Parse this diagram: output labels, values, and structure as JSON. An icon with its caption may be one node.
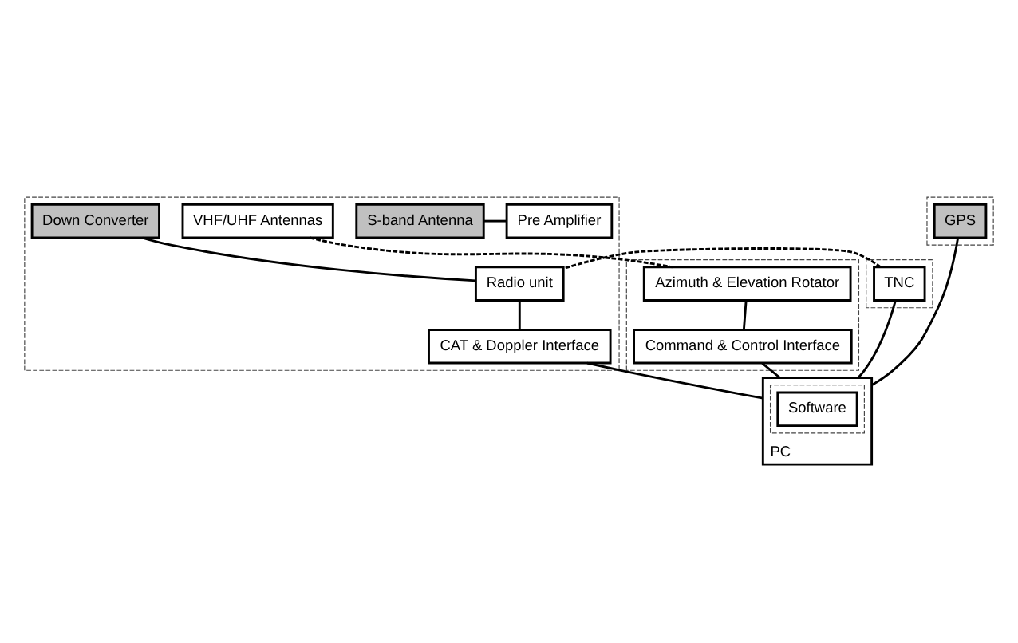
{
  "diagram": {
    "nodes": [
      {
        "text": [],
        "shape": "box"
      },
      {
        "text": [
          "VHF/UHF Antennas"
        ],
        "in": 0
      },
      {
        "text": [
          "S-band Antenna"
        ],
        "in": 0
      },
      {
        "text": [
          "Pre Amplifier"
        ],
        "in": 0
      },
      {
        "text": [
          "Down Converter"
        ],
        "in": 0
      },
      {
        "text": [
          "Radio unit"
        ],
        "in": 0
      },
      {
        "text": [
          "CAT & Doppler Interface"
        ],
        "in": 0
      },
      {
        "text": [],
        "shape": "box"
      },
      {
        "text": [
          "Azimuth & Elevation Rotator"
        ],
        "in": 7
      },
      {
        "text": [
          "Command & Control Interface"
        ],
        "in": 7
      },
      {
        "text": [],
        "shape": "box"
      },
      {
        "text": [
          "TNC"
        ],
        "in": 10
      },
      {
        "text": [],
        "shape": "box"
      },
      {
        "text": [
          "GPS"
        ],
        "in": 12
      },
      {
        "text": [
          "PC"
        ]
      },
      {
        "text": [],
        "shape": "box",
        "in": 14
      },
      {
        "text": [
          "Software"
        ],
        "in": 15
      }
    ],
    "edges": [
      {
        "from": 2,
        "to": 3,
        "arrow": "none"
      },
      {
        "from": 1,
        "to": 8,
        "arrow": "none",
        "style": "dashed"
      },
      {
        "from": 4,
        "to": 5,
        "arrow": "none"
      },
      {
        "from": 11,
        "to": 5,
        "arrow": "none",
        "style": "dashed"
      },
      {
        "from": 8,
        "to": 9,
        "arrow": "none"
      },
      {
        "from": 5,
        "to": 6,
        "arrow": "none"
      },
      {
        "from": 9,
        "to": 14,
        "arrow": "none"
      },
      {
        "from": 11,
        "to": 14,
        "arrow": "none"
      },
      {
        "from": 6,
        "to": 14,
        "arrow": "none"
      },
      {
        "from": 13,
        "to": 14,
        "arrow": "none"
      }
    ]
  }
}
